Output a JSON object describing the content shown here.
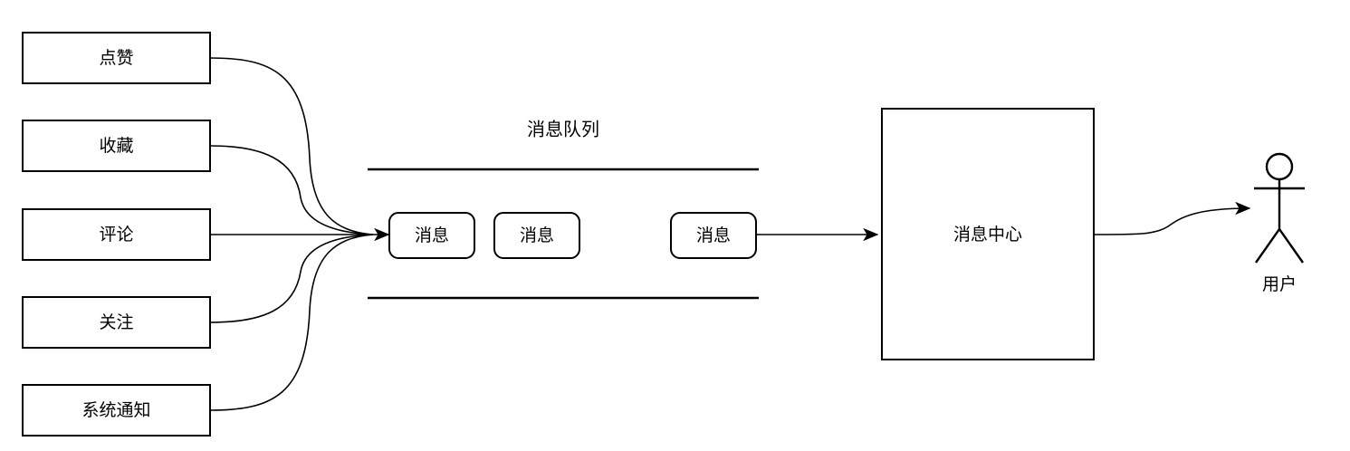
{
  "diagram": {
    "title": "消息队列",
    "background_color": "#ffffff",
    "stroke_color": "#000000",
    "sources": [
      {
        "label": "点赞"
      },
      {
        "label": "收藏"
      },
      {
        "label": "评论"
      },
      {
        "label": "关注"
      },
      {
        "label": "系统通知"
      }
    ],
    "queue": {
      "title": "消息队列",
      "messages": [
        {
          "label": "消息"
        },
        {
          "label": "消息"
        },
        {
          "label": "消息"
        }
      ]
    },
    "center": {
      "label": "消息中心"
    },
    "actor": {
      "label": "用户",
      "icon": "stick-figure-actor-icon"
    }
  }
}
